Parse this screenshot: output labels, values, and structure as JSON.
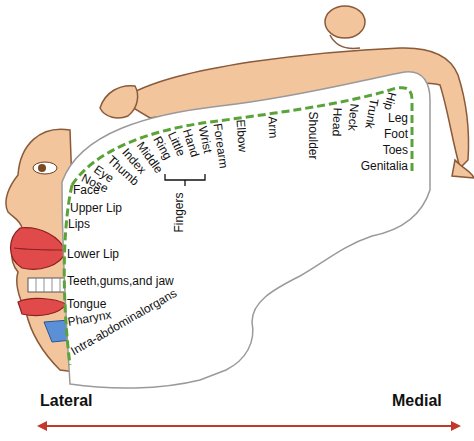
{
  "diagram": {
    "labels": [
      "Lateral",
      "Medial",
      "Genitalia",
      "Toes",
      "Foot",
      "Leg",
      "Hip",
      "Trunk",
      "Neck",
      "Head",
      "Shoulder",
      "Arm",
      "Elbow",
      "Forearm",
      "Wrist",
      "Hand",
      "Little",
      "Ring",
      "Middle",
      "Index",
      "Thumb",
      "Eye",
      "Nose",
      "Fingers",
      "Face",
      "Upper Lip",
      "Lips",
      "Lower Lip",
      "Teeth,gums,and jaw",
      "Tongue",
      "Pharynx",
      "Intra-abdominalorgans"
    ]
  }
}
